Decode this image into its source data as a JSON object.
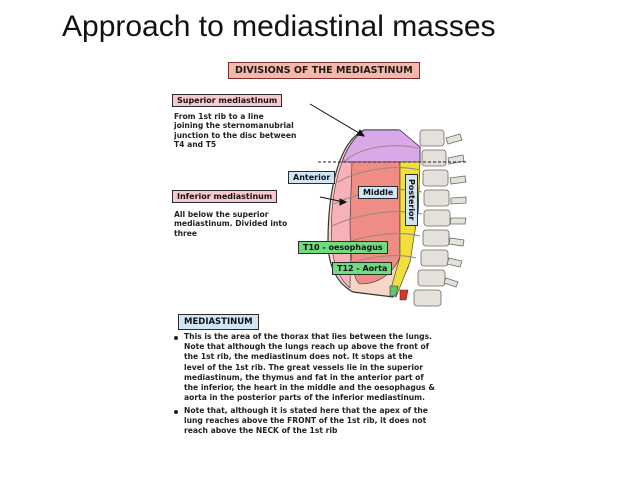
{
  "slide": {
    "title": "Approach to mediastinal masses"
  },
  "figure": {
    "heading": "DIVISIONS OF THE MEDIASTINUM",
    "superior_label": "Superior mediastinum",
    "superior_desc": "From 1st rib to a line\njoining the sternomanubrial\njunction to the disc between\nT4 and T5",
    "inferior_label": "Inferior mediastinum",
    "inferior_desc": "All below the superior\nmediastinum. Divided into\nthree",
    "anterior": "Anterior",
    "middle": "Middle",
    "posterior": "Posterior",
    "t10": "T10 - oesophagus",
    "t12": "T12 - Aorta",
    "section_heading": "MEDIASTINUM",
    "bullet1": "This is the area of the thorax that lies between the lungs.\nNote that although the lungs reach up above the front of\nthe 1st rib, the mediastinum does not. It stops at the\nlevel of the 1st rib. The great vessels lie in the superior\nmediastinum, the thymus and fat in the anterior part of\nthe inferior, the heart in the middle and the oesophagus &\naorta in the posterior parts of the inferior mediastinum.",
    "bullet2": "Note that, although it is stated here that the apex of the\nlung reaches above the FRONT of the 1st rib, it does not\nreach above the NECK of the 1st rib"
  },
  "colors": {
    "superior_region": "#d9a8e8",
    "anterior_region": "#f6b2b8",
    "middle_region": "#f08c86",
    "posterior_region": "#f2df3a",
    "label_green": "#6fdc82",
    "label_blue": "#cfe6f7"
  }
}
